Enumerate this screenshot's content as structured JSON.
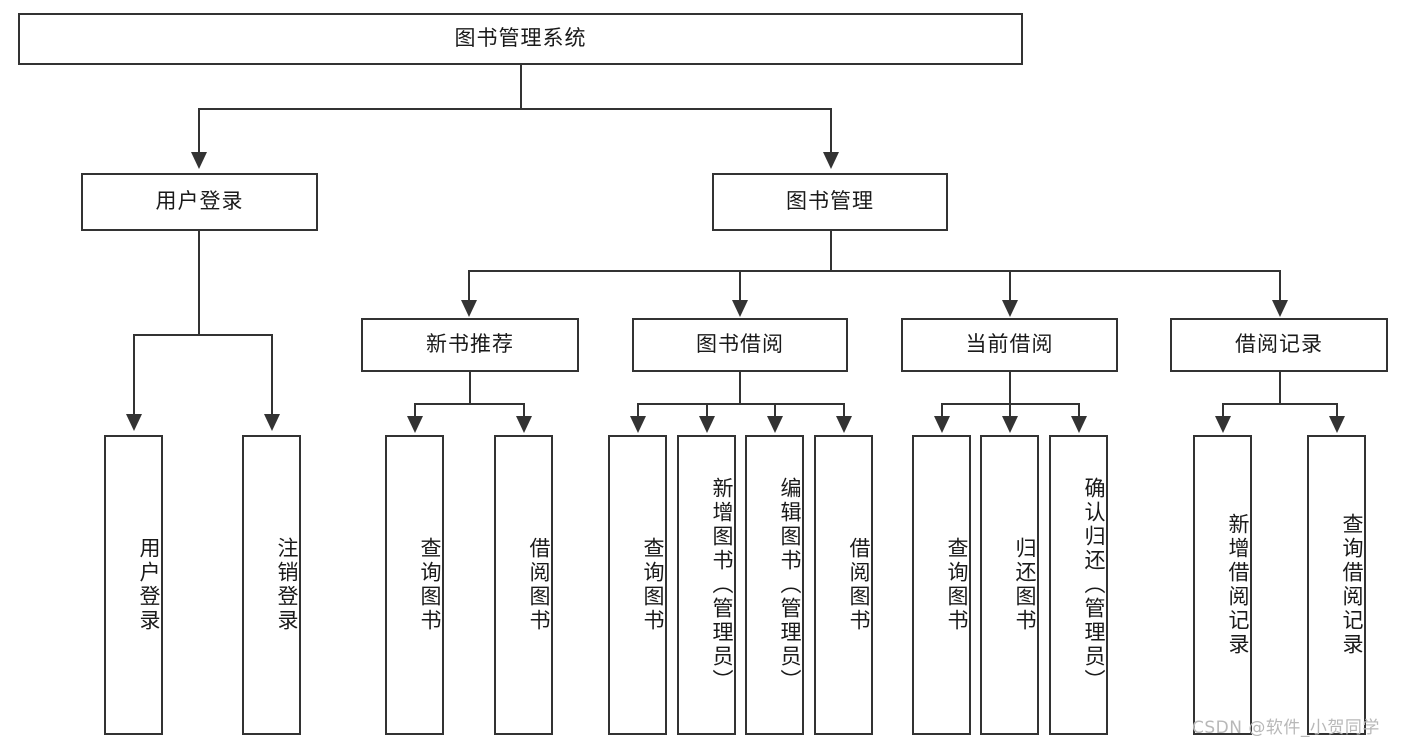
{
  "diagram": {
    "type": "tree-hierarchy-diagram",
    "root": {
      "label": "图书管理系统"
    },
    "level2": [
      {
        "label": "用户登录"
      },
      {
        "label": "图书管理"
      }
    ],
    "level3": [
      {
        "label": "新书推荐"
      },
      {
        "label": "图书借阅"
      },
      {
        "label": "当前借阅"
      },
      {
        "label": "借阅记录"
      }
    ],
    "leaves": {
      "user_login": [
        {
          "label": "用户登录"
        },
        {
          "label": "注销登录"
        }
      ],
      "new_book_recommend": [
        {
          "label": "查询图书"
        },
        {
          "label": "借阅图书"
        }
      ],
      "book_borrow": [
        {
          "label": "查询图书"
        },
        {
          "label": "新增图书（管理员）"
        },
        {
          "label": "编辑图书（管理员）"
        },
        {
          "label": "借阅图书"
        }
      ],
      "current_borrow": [
        {
          "label": "查询图书"
        },
        {
          "label": "归还图书"
        },
        {
          "label": "确认归还（管理员）"
        }
      ],
      "borrow_record": [
        {
          "label": "新增借阅记录"
        },
        {
          "label": "查询借阅记录"
        }
      ]
    }
  },
  "watermark": {
    "text": "CSDN @软件_小贺同学"
  },
  "colors": {
    "stroke": "#333333",
    "fill": "#ffffff",
    "text": "#1a1a1a",
    "watermark": "#b8b8b8"
  }
}
